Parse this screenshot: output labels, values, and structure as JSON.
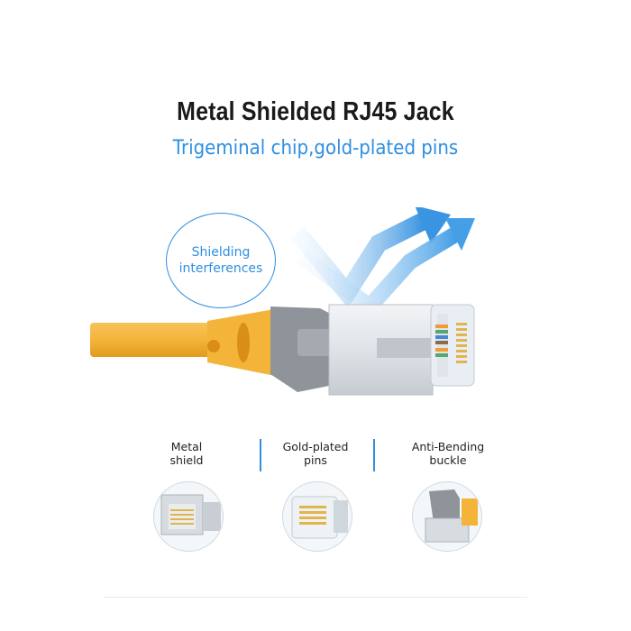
{
  "title": "Metal Shielded RJ45 Jack",
  "subtitle": "Trigeminal chip,gold-plated pins",
  "bubble": {
    "line1": "Shielding",
    "line2": "interferences"
  },
  "features": [
    {
      "line1": "Metal",
      "line2": "shield",
      "icon": "metal-shield-closeup"
    },
    {
      "line1": "Gold-plated",
      "line2": "pins",
      "icon": "gold-pins-closeup"
    },
    {
      "line1": "Anti-Bending",
      "line2": "buckle",
      "icon": "anti-bending-buckle-closeup"
    }
  ],
  "colors": {
    "accent": "#2f8fe0",
    "cable": "#f4b43a",
    "boot_gray": "#8e9499",
    "title_text": "#1a1a1a"
  }
}
